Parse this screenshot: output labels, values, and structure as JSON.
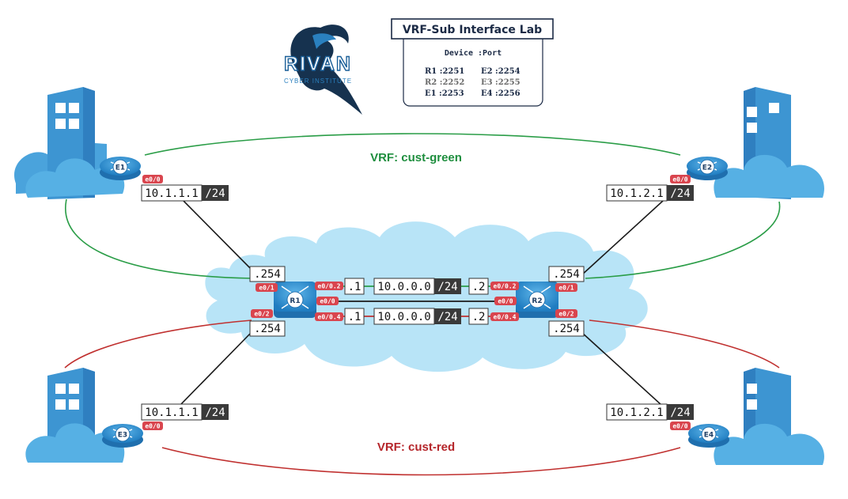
{
  "title": "VRF-Sub Interface Lab",
  "logo": {
    "name": "RIVAN",
    "subtitle": "CYBER INSTITUTE"
  },
  "port_table": {
    "header": "Device :Port",
    "rows": [
      {
        "left": "R1 :2251",
        "right": "E2 :2254"
      },
      {
        "left": "R2 :2252",
        "right": "E3 :2255"
      },
      {
        "left": "E1 :2253",
        "right": "E4 :2256"
      }
    ]
  },
  "vrfs": {
    "green": {
      "label": "VRF: cust-green",
      "color": "#1e8e3e"
    },
    "red": {
      "label": "VRF: cust-red",
      "color": "#b5252a"
    }
  },
  "routers": {
    "r1": {
      "name": "R1",
      "ports": {
        "p1": "e0/1",
        "p2": "e0/2",
        "p02": "e0/0.2",
        "p00": "e0/0",
        "p04": "e0/0.4"
      }
    },
    "r2": {
      "name": "R2",
      "ports": {
        "p1": "e0/1",
        "p2": "e0/2",
        "p02": "e0/0.2",
        "p00": "e0/0",
        "p04": "e0/0.4"
      }
    }
  },
  "edges": {
    "e1": {
      "name": "E1",
      "port": "e0/0",
      "ip": "10.1.1.1",
      "mask": "/24"
    },
    "e2": {
      "name": "E2",
      "port": "e0/0",
      "ip": "10.1.2.1",
      "mask": "/24"
    },
    "e3": {
      "name": "E3",
      "port": "e0/0",
      "ip": "10.1.1.1",
      "mask": "/24"
    },
    "e4": {
      "name": "E4",
      "port": "e0/0",
      "ip": "10.1.2.1",
      "mask": "/24"
    }
  },
  "core": {
    "upper": {
      "left": ".1",
      "net": "10.0.0.0",
      "mask": "/24",
      "right": ".2"
    },
    "lower": {
      "left": ".1",
      "net": "10.0.0.0",
      "mask": "/24",
      "right": ".2"
    }
  },
  "hosts": {
    "r1_upper": ".254",
    "r1_lower": ".254",
    "r2_upper": ".254",
    "r2_lower": ".254"
  },
  "colors": {
    "cloud": "#b3e3f6",
    "building": "#3f97d1",
    "router": "#2e8fd0",
    "port_tag": "#d9454e",
    "mask_bg": "#3a3a3a",
    "link": "#1a1a1a"
  }
}
